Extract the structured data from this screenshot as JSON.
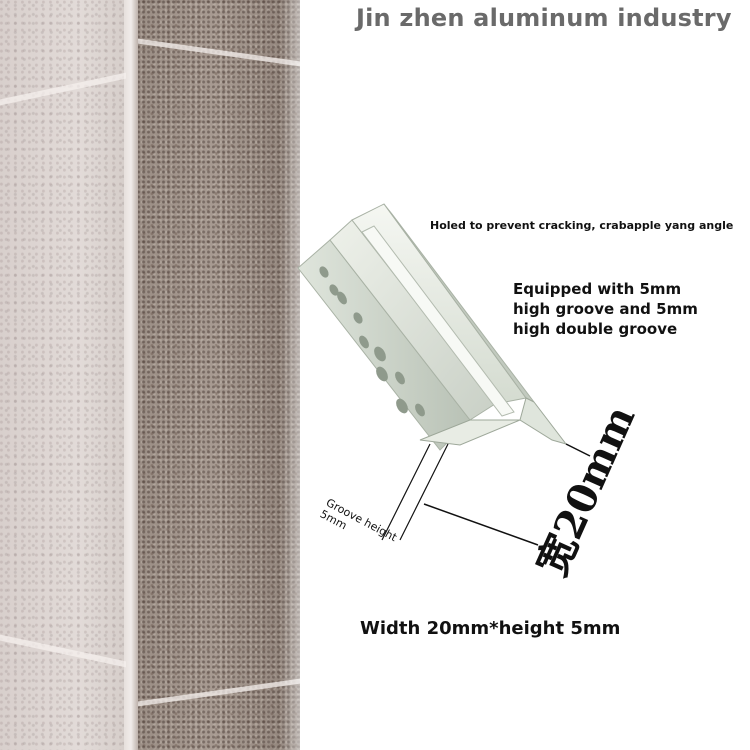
{
  "title": "Jin zhen aluminum industry",
  "label_holes": "Holed to prevent cracking, crabapple yang angle",
  "feature_lines": [
    "Equipped with 5mm",
    "high groove and 5mm",
    "high double groove"
  ],
  "groove_label": [
    "Groove height",
    "5mm"
  ],
  "width_label": "宽20mm",
  "caption": "Width 20mm*height 5mm",
  "colors": {
    "title_text": "#6a6a6a",
    "body_text": "#111111",
    "profile_aluminum": "#e3e8df",
    "wall_light": "#ddd5d2",
    "wall_dark": "#9c8f86"
  }
}
